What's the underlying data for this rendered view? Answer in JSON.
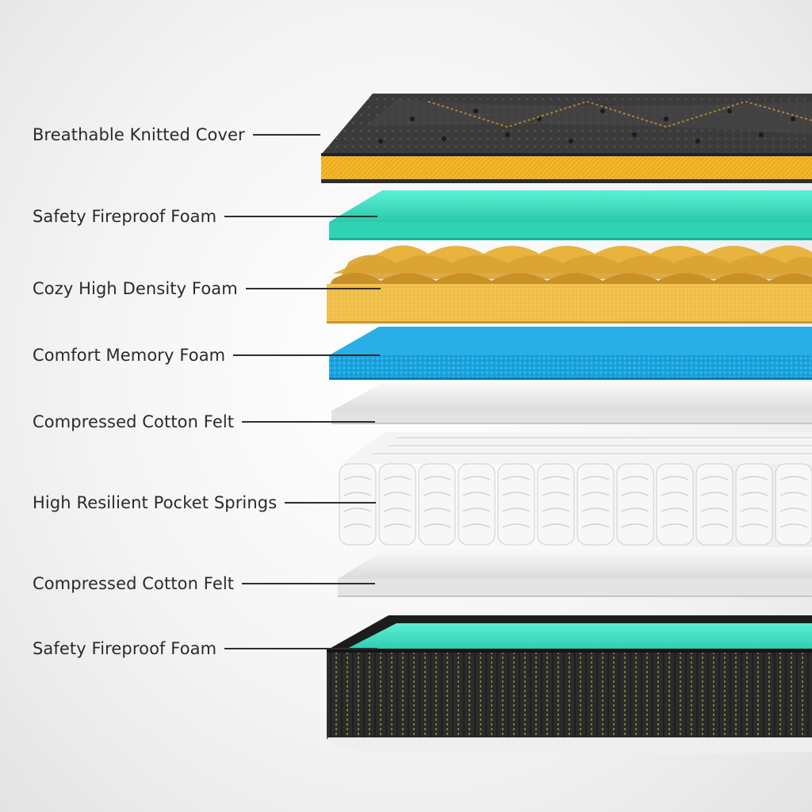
{
  "labels": [
    "Breathable Knitted Cover",
    "Safety Fireproof Foam",
    "Cozy High Density Foam",
    "Comfort Memory Foam",
    "Compressed Cotton Felt",
    "High Resilient Pocket Springs",
    "Compressed Cotton Felt",
    "Safety Fireproof Foam"
  ],
  "colors": {
    "cover_top": "#3a3a3a",
    "cover_band": "#f5b62a",
    "fireproof_foam": "#3fe0c2",
    "high_density_foam": "#f2c24e",
    "memory_foam": "#1aa3de",
    "cotton_felt": "#f1f1f1",
    "springs": "#f7f7f7",
    "base_side": "#2b2b2b",
    "stitch": "#c9c43a"
  }
}
